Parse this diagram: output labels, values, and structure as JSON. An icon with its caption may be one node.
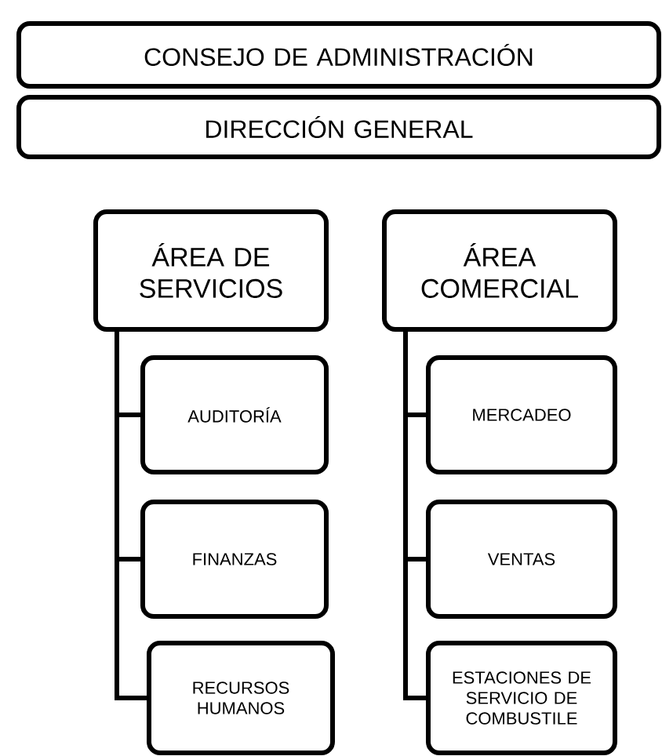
{
  "diagram": {
    "nodes": [
      {
        "text": [
          "CONSEJO DE ADMINISTRACIÓN"
        ]
      },
      {
        "text": [
          "DIRECCIÓN GENERAL"
        ]
      },
      {
        "text": [
          "ÁREA DE SERVICIOS"
        ]
      },
      {
        "text": [
          "AUDITORÍA"
        ]
      },
      {
        "text": [
          "FINANZAS"
        ]
      },
      {
        "text": [
          "RECURSOS HUMANOS"
        ]
      },
      {
        "text": [
          "ÁREA COMERCIAL"
        ]
      },
      {
        "text": [
          "MERCADEO"
        ]
      },
      {
        "text": [
          "VENTAS"
        ]
      },
      {
        "text": [
          "ESTACIONES DE SERVICIO DE COMBUSTILE"
        ]
      }
    ],
    "edges": [
      {
        "from": 2,
        "to": 3,
        "arrow": "none"
      },
      {
        "from": 2,
        "to": 4,
        "arrow": "none"
      },
      {
        "from": 2,
        "to": 5,
        "arrow": "none"
      },
      {
        "from": 6,
        "to": 7,
        "arrow": "none"
      },
      {
        "from": 6,
        "to": 8,
        "arrow": "none"
      },
      {
        "from": 6,
        "to": 9,
        "arrow": "none"
      }
    ]
  }
}
